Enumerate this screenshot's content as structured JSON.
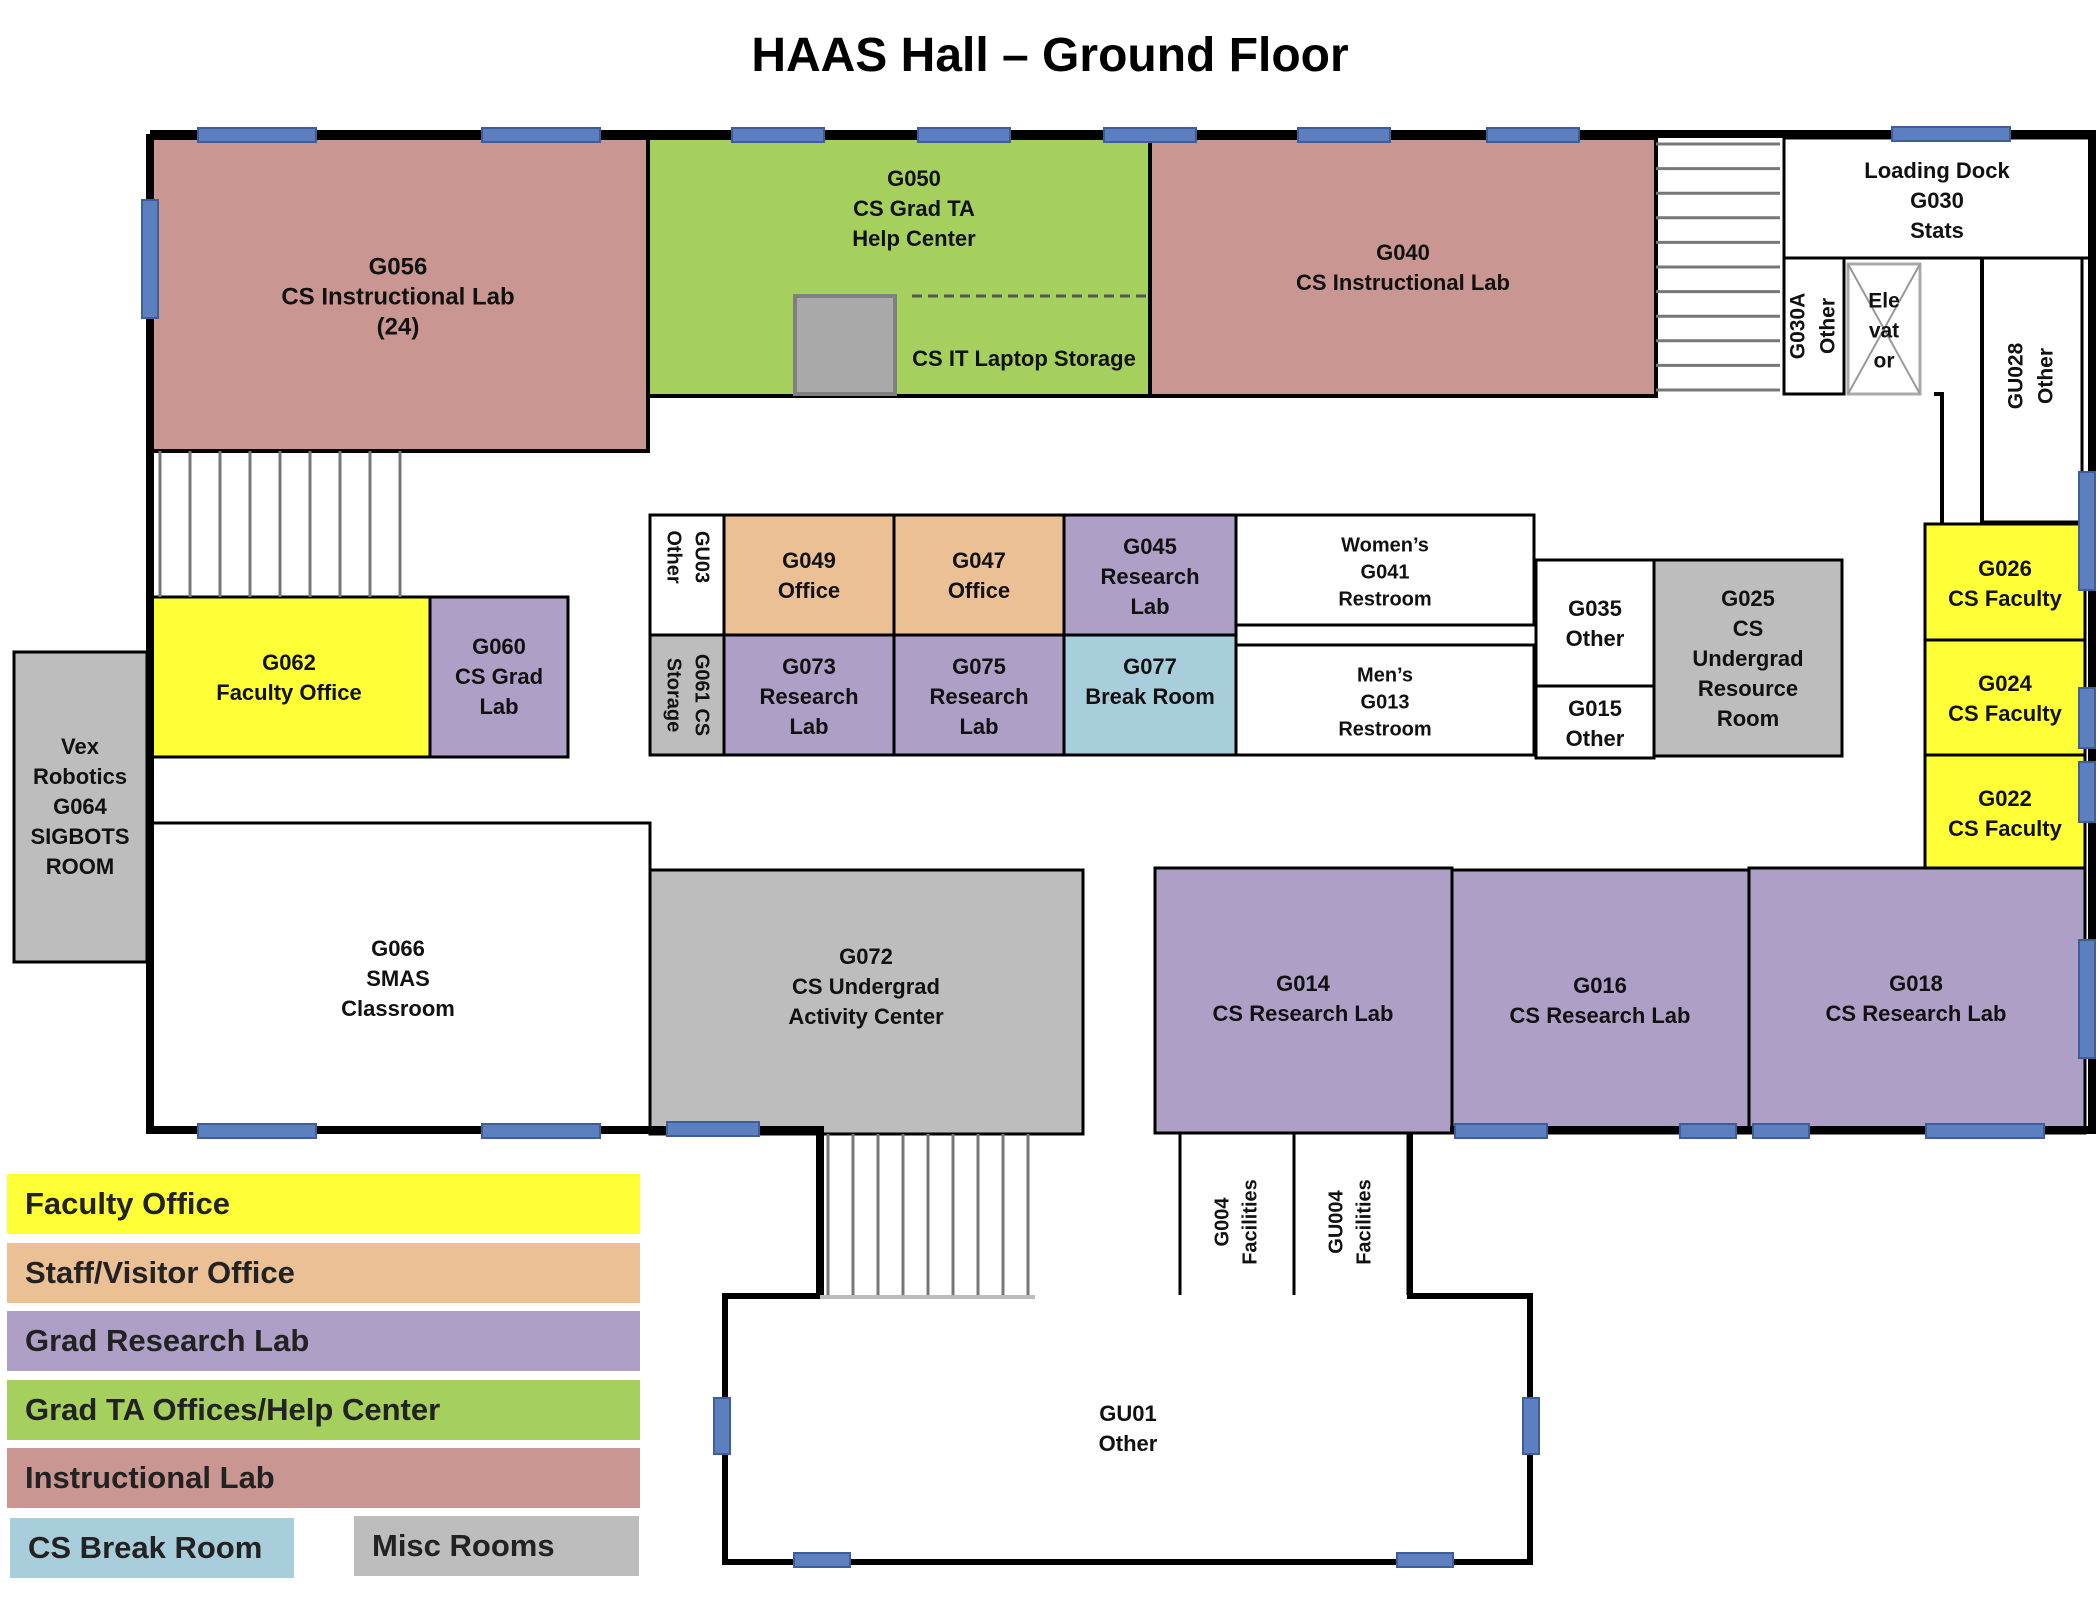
{
  "title": "HAAS Hall – Ground Floor",
  "colors": {
    "faculty_office": "#FFFF38",
    "staff_office": "#ECC095",
    "grad_research": "#AE9FC7",
    "grad_ta": "#A6D05E",
    "instructional": "#C99691",
    "break_room": "#A8CEDC",
    "misc": "#BDBDBD",
    "window": "#5B7FBF",
    "wall": "#000000"
  },
  "rooms": {
    "g056": [
      "G056",
      "CS Instructional Lab",
      "(24)"
    ],
    "g050": [
      "G050",
      "CS Grad TA",
      "Help Center"
    ],
    "g050_storage": [
      "CS IT Laptop Storage"
    ],
    "g040": [
      "G040",
      "CS Instructional Lab"
    ],
    "g030": [
      "Loading Dock",
      "G030",
      "Stats"
    ],
    "g030a": [
      "G030A",
      "Other"
    ],
    "elevator": [
      "Ele",
      "vat",
      "or"
    ],
    "g028": [
      "GU028",
      "Other"
    ],
    "gu03": [
      "GU03",
      "Other"
    ],
    "g061": [
      "G061 CS",
      "Storage"
    ],
    "g049": [
      "G049",
      "Office"
    ],
    "g047": [
      "G047",
      "Office"
    ],
    "g045": [
      "G045",
      "Research",
      "Lab"
    ],
    "g073": [
      "G073",
      "Research",
      "Lab"
    ],
    "g075": [
      "G075",
      "Research",
      "Lab"
    ],
    "g077": [
      "G077",
      "Break Room"
    ],
    "g041": [
      "Women’s",
      "G041",
      "Restroom"
    ],
    "g013": [
      "Men’s",
      "G013",
      "Restroom"
    ],
    "g035": [
      "G035",
      "Other"
    ],
    "g015": [
      "G015",
      "Other"
    ],
    "g025": [
      "G025",
      "CS",
      "Undergrad",
      "Resource",
      "Room"
    ],
    "g026": [
      "G026",
      "CS Faculty"
    ],
    "g024": [
      "G024",
      "CS Faculty"
    ],
    "g022": [
      "G022",
      "CS Faculty"
    ],
    "g062": [
      "G062",
      "Faculty Office"
    ],
    "g060": [
      "G060",
      "CS Grad",
      "Lab"
    ],
    "g064": [
      "Vex",
      "Robotics",
      "G064",
      "SIGBOTS",
      "ROOM"
    ],
    "g066": [
      "G066",
      "SMAS",
      "Classroom"
    ],
    "g072": [
      "G072",
      "CS Undergrad",
      "Activity Center"
    ],
    "g014": [
      "G014",
      "CS Research Lab"
    ],
    "g016": [
      "G016",
      "CS Research Lab"
    ],
    "g018": [
      "G018",
      "CS Research Lab"
    ],
    "g004": [
      "G004",
      "Facilities"
    ],
    "gu004": [
      "GU004",
      "Facilities"
    ],
    "gu01": [
      "GU01",
      "Other"
    ]
  },
  "legend": {
    "faculty_office": "Faculty Office",
    "staff_office": "Staff/Visitor Office",
    "grad_research": "Grad Research Lab",
    "grad_ta": "Grad TA Offices/Help Center",
    "instructional": "Instructional Lab",
    "break_room": "CS Break Room",
    "misc": "Misc Rooms"
  }
}
